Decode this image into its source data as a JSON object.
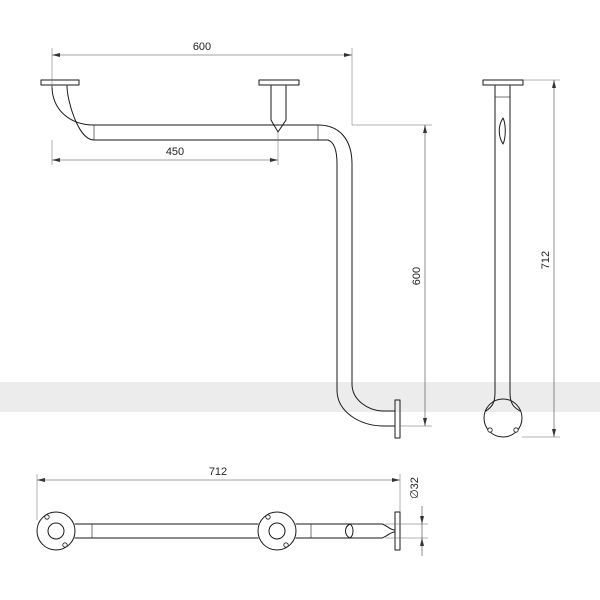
{
  "dimensions": {
    "front_top_width": "600",
    "front_inner_width": "450",
    "front_height": "600",
    "side_height": "712",
    "plan_length": "712",
    "tube_diameter": "∅32"
  }
}
